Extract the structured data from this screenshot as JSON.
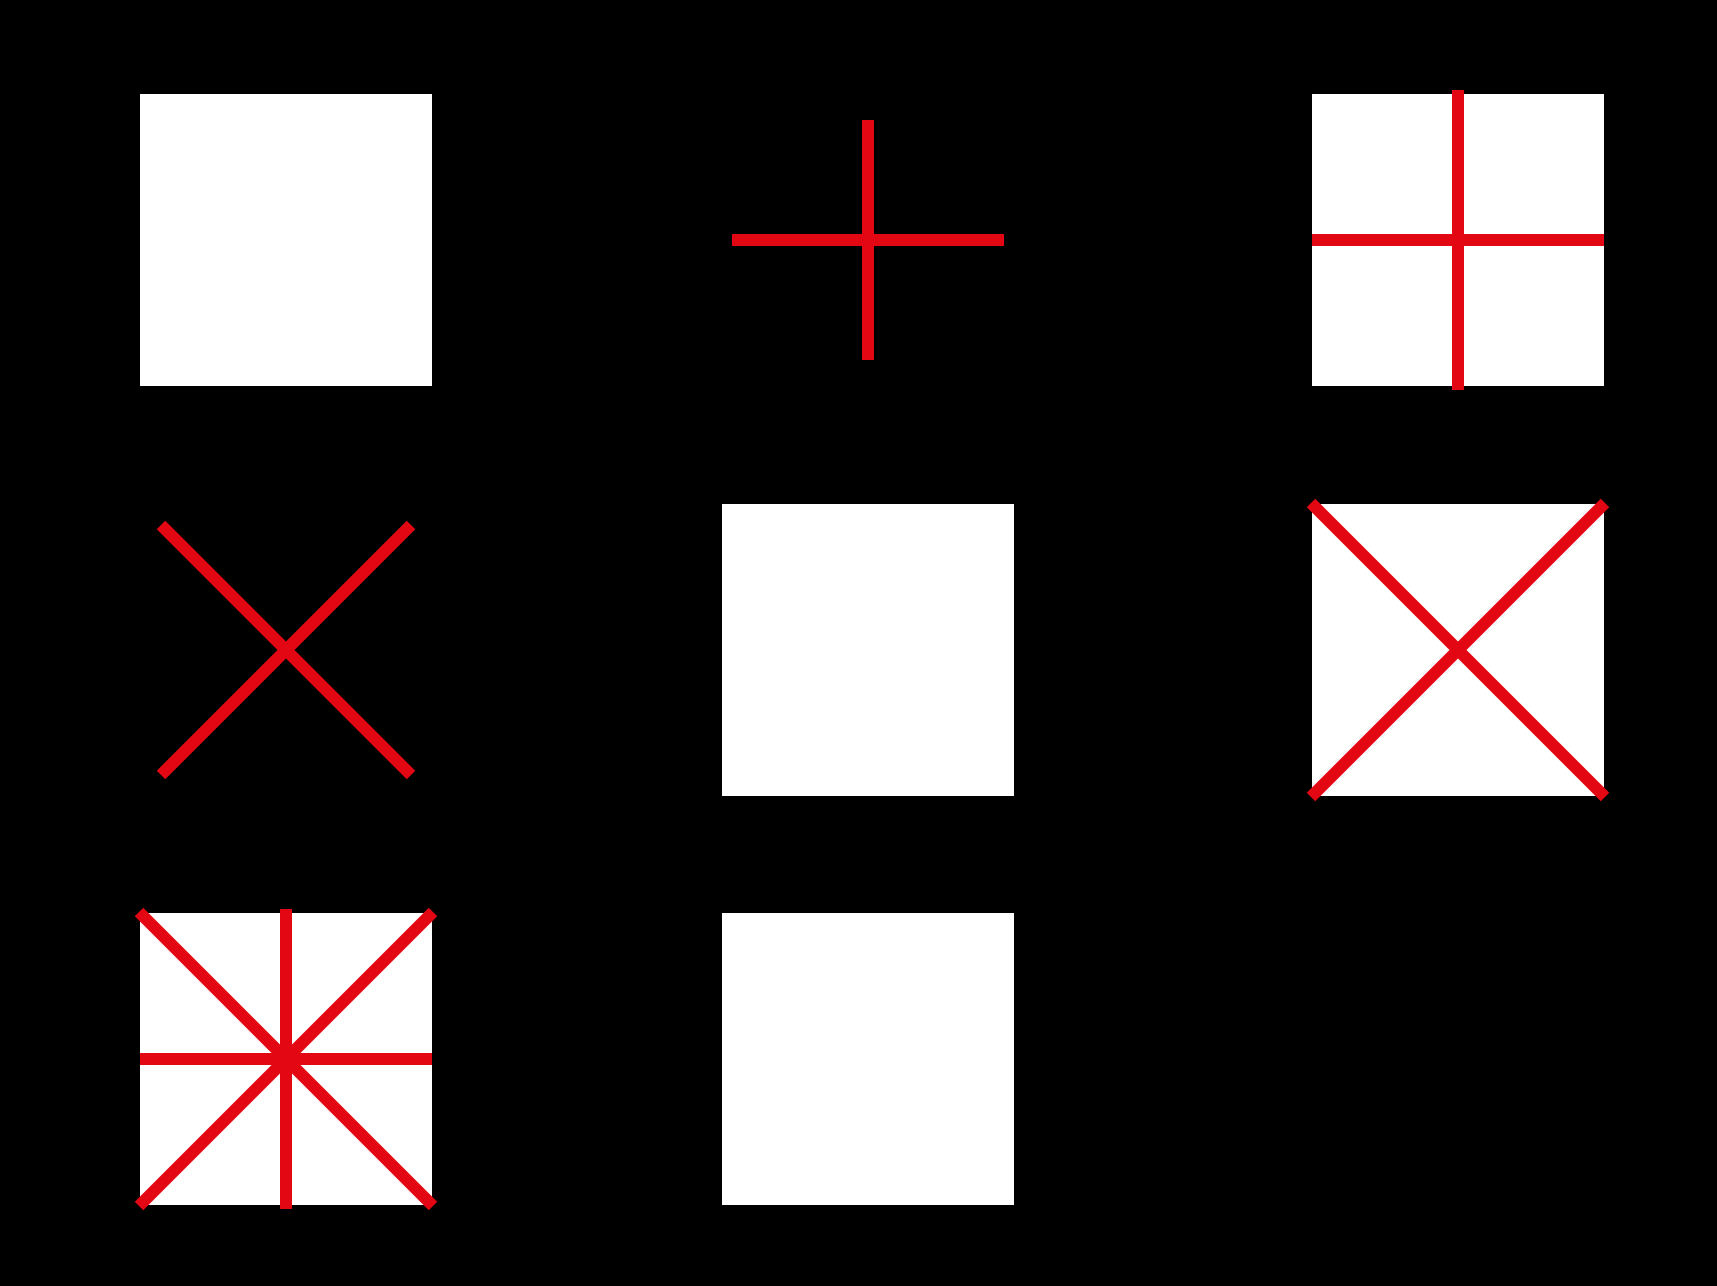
{
  "colors": {
    "background": "#000000",
    "square_fill": "#ffffff",
    "line": "#e30613"
  },
  "grid": {
    "rows": 3,
    "columns": 3
  },
  "cells": [
    {
      "row": 1,
      "col": 1,
      "square": true,
      "lines": []
    },
    {
      "row": 1,
      "col": 2,
      "square": false,
      "lines": [
        "horizontal",
        "vertical"
      ]
    },
    {
      "row": 1,
      "col": 3,
      "square": true,
      "lines": [
        "horizontal",
        "vertical"
      ]
    },
    {
      "row": 2,
      "col": 1,
      "square": false,
      "lines": [
        "diagonal-down",
        "diagonal-up"
      ]
    },
    {
      "row": 2,
      "col": 2,
      "square": true,
      "lines": []
    },
    {
      "row": 2,
      "col": 3,
      "square": true,
      "lines": [
        "diagonal-down",
        "diagonal-up"
      ]
    },
    {
      "row": 3,
      "col": 1,
      "square": true,
      "lines": [
        "horizontal",
        "vertical",
        "diagonal-down",
        "diagonal-up"
      ]
    },
    {
      "row": 3,
      "col": 2,
      "square": true,
      "lines": []
    },
    {
      "row": 3,
      "col": 3,
      "square": false,
      "lines": []
    }
  ]
}
